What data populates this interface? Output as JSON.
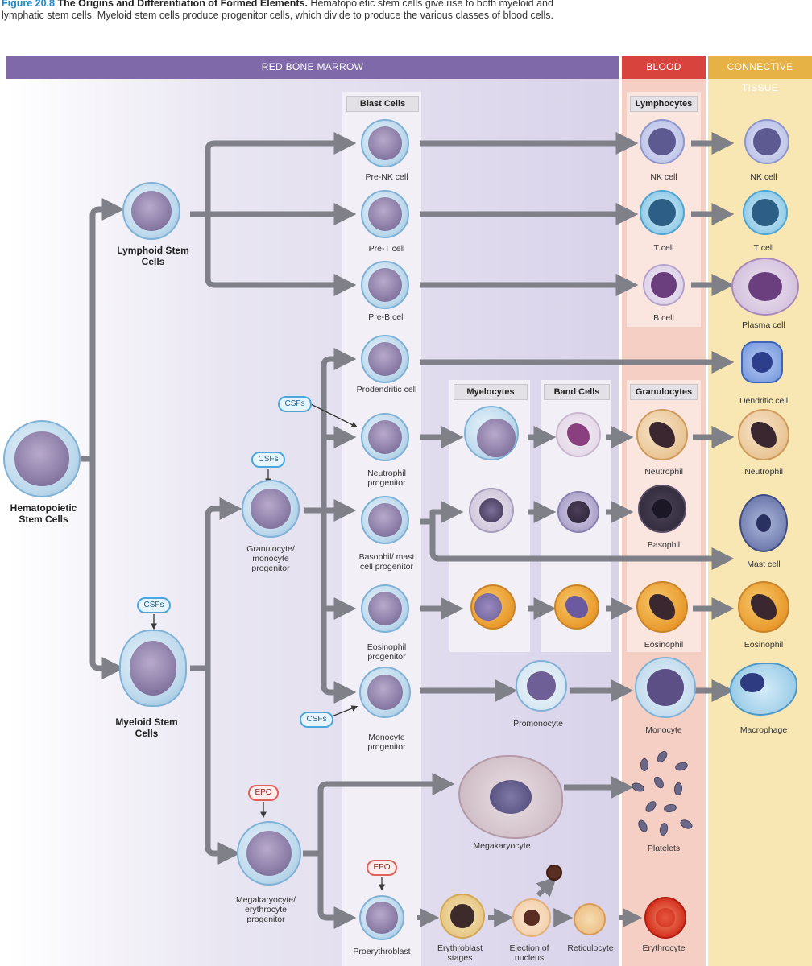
{
  "caption": {
    "figure": "Figure 20.8",
    "title": "The Origins and Differentiation of Formed Elements.",
    "text": "Hematopoietic stem cells give rise to both myeloid and lymphatic stem cells. Myeloid stem cells produce progenitor cells, which divide to produce the various classes of blood cells."
  },
  "bands": {
    "marrow": "RED BONE MARROW",
    "blood": "BLOOD",
    "connective": "CONNECTIVE TISSUE"
  },
  "headers": {
    "blast": "Blast Cells",
    "lymphocytes": "Lymphocytes",
    "myelocytes": "Myelocytes",
    "band": "Band Cells",
    "granulocytes": "Granulocytes"
  },
  "labels": {
    "hematopoietic": "Hematopoietic Stem Cells",
    "lymphoid": "Lymphoid Stem Cells",
    "myeloid": "Myeloid Stem Cells",
    "gm_prog": "Granulocyte/ monocyte progenitor",
    "me_prog": "Megakaryocyte/ erythrocyte progenitor",
    "pre_nk": "Pre-NK cell",
    "pre_t": "Pre-T cell",
    "pre_b": "Pre-B cell",
    "prodendritic": "Prodendritic cell",
    "neutrophil_prog": "Neutrophil progenitor",
    "basophil_prog": "Basophil/ mast cell progenitor",
    "eosinophil_prog": "Eosinophil progenitor",
    "monocyte_prog": "Monocyte progenitor",
    "proerythroblast": "Proerythroblast",
    "promonocyte": "Promonocyte",
    "megakaryocyte": "Megakaryocyte",
    "erythroblast": "Erythroblast stages",
    "ejection": "Ejection of nucleus",
    "reticulocyte": "Reticulocyte",
    "nk_blood": "NK cell",
    "t_blood": "T cell",
    "b_blood": "B cell",
    "neutrophil_blood": "Neutrophil",
    "basophil_blood": "Basophil",
    "eosinophil_blood": "Eosinophil",
    "monocyte_blood": "Monocyte",
    "platelets": "Platelets",
    "erythrocyte": "Erythrocyte",
    "nk_ct": "NK cell",
    "t_ct": "T cell",
    "plasma": "Plasma cell",
    "dendritic": "Dendritic cell",
    "neutrophil_ct": "Neutrophil",
    "mast": "Mast cell",
    "eosinophil_ct": "Eosinophil",
    "macrophage": "Macrophage"
  },
  "badges": {
    "csf": "CSFs",
    "epo": "EPO"
  },
  "colors": {
    "marrow_band": "#8069a8",
    "blood_band": "#d9433e",
    "connective_band": "#e6b145",
    "blood_panel": "#f6cfc4",
    "connective_panel": "#f8e7b3",
    "arrow": "#808089",
    "cell_cytoplasm": "#bcd8ec",
    "cell_nucleus": "#7d6f9a"
  }
}
